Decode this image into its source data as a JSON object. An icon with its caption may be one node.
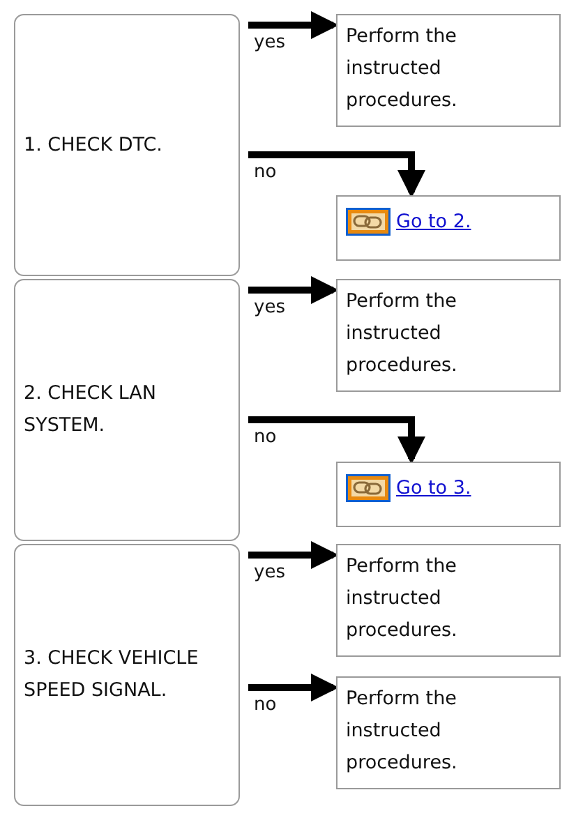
{
  "diagram": {
    "nodes": [
      {
        "text": [
          "1. CHECK DTC."
        ]
      },
      {
        "text": [
          "Perform the instructed procedures."
        ]
      },
      {
        "text": [
          "Go to 2."
        ]
      },
      {
        "text": [
          "2. CHECK LAN SYSTEM."
        ]
      },
      {
        "text": [
          "Perform the instructed procedures."
        ]
      },
      {
        "text": [
          "Go to 3."
        ]
      },
      {
        "text": [
          "3. CHECK VEHICLE SPEED SIGNAL."
        ]
      },
      {
        "text": [
          "Perform the instructed procedures."
        ]
      },
      {
        "text": [
          "Perform the instructed procedures."
        ]
      }
    ],
    "edges": [
      {
        "from": 0,
        "to": 1,
        "arrow": "to",
        "label": "yes"
      },
      {
        "from": 0,
        "to": 2,
        "arrow": "to",
        "label": "no"
      },
      {
        "from": 3,
        "to": 4,
        "arrow": "to",
        "label": "yes"
      },
      {
        "from": 3,
        "to": 5,
        "arrow": "to",
        "label": "no"
      },
      {
        "from": 6,
        "to": 7,
        "arrow": "to",
        "label": "yes"
      },
      {
        "from": 6,
        "to": 8,
        "arrow": "to",
        "label": "no"
      }
    ]
  }
}
